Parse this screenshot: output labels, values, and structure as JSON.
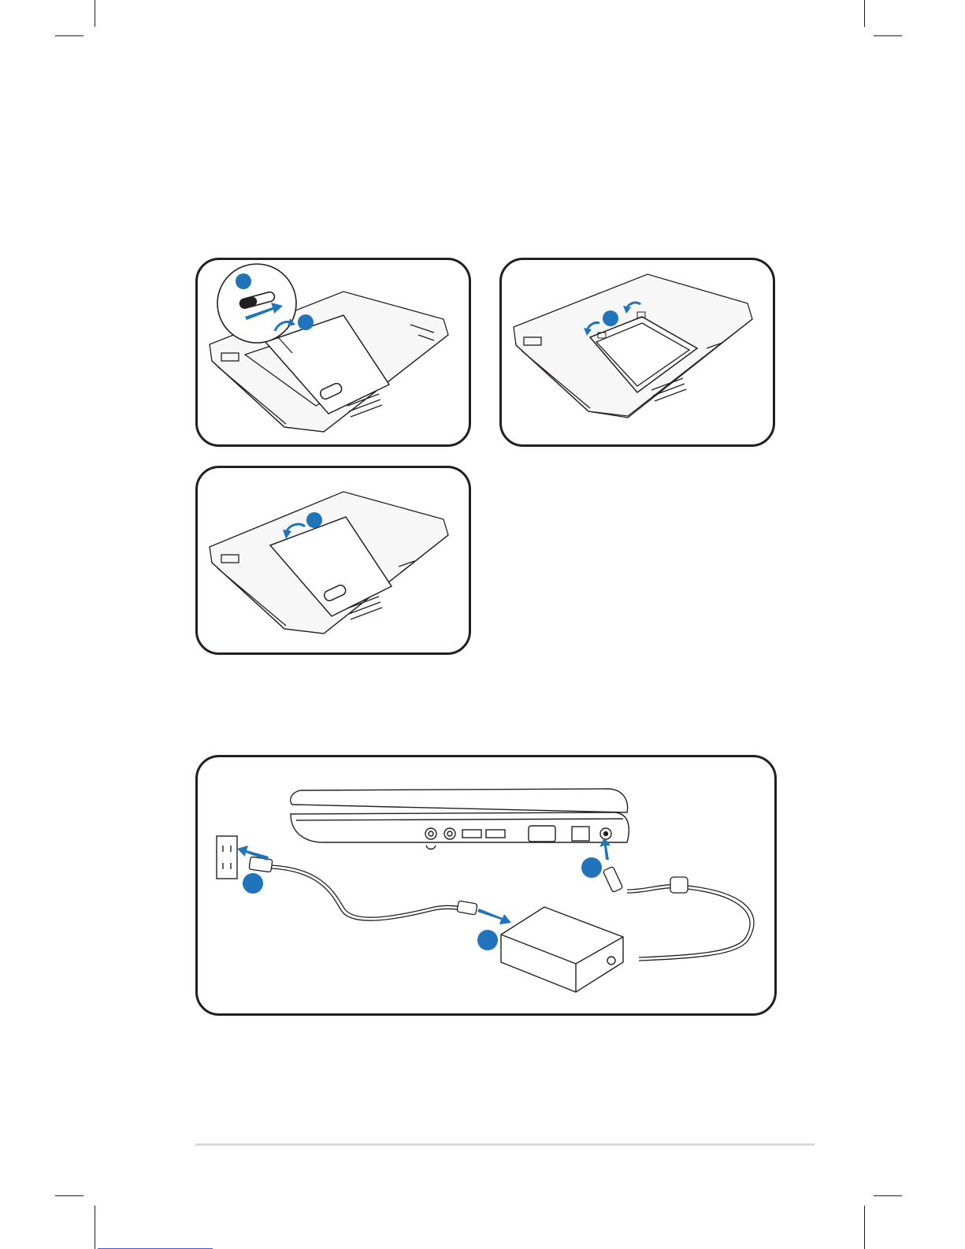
{
  "colors": {
    "accent": "#1f74bb",
    "line": "#231f20",
    "panel_border": "#231f20",
    "footer_rule": "#d9d9d9"
  },
  "figures": [
    {
      "name": "battery-unlock-remove",
      "steps": 2
    },
    {
      "name": "battery-lock-latches",
      "steps": 1
    },
    {
      "name": "battery-insert",
      "steps": 1
    },
    {
      "name": "power-adapter-connection",
      "steps": 3
    }
  ],
  "icons": {
    "step_marker": "blue-circle-icon",
    "direction_arrow": "blue-arrow-icon"
  }
}
